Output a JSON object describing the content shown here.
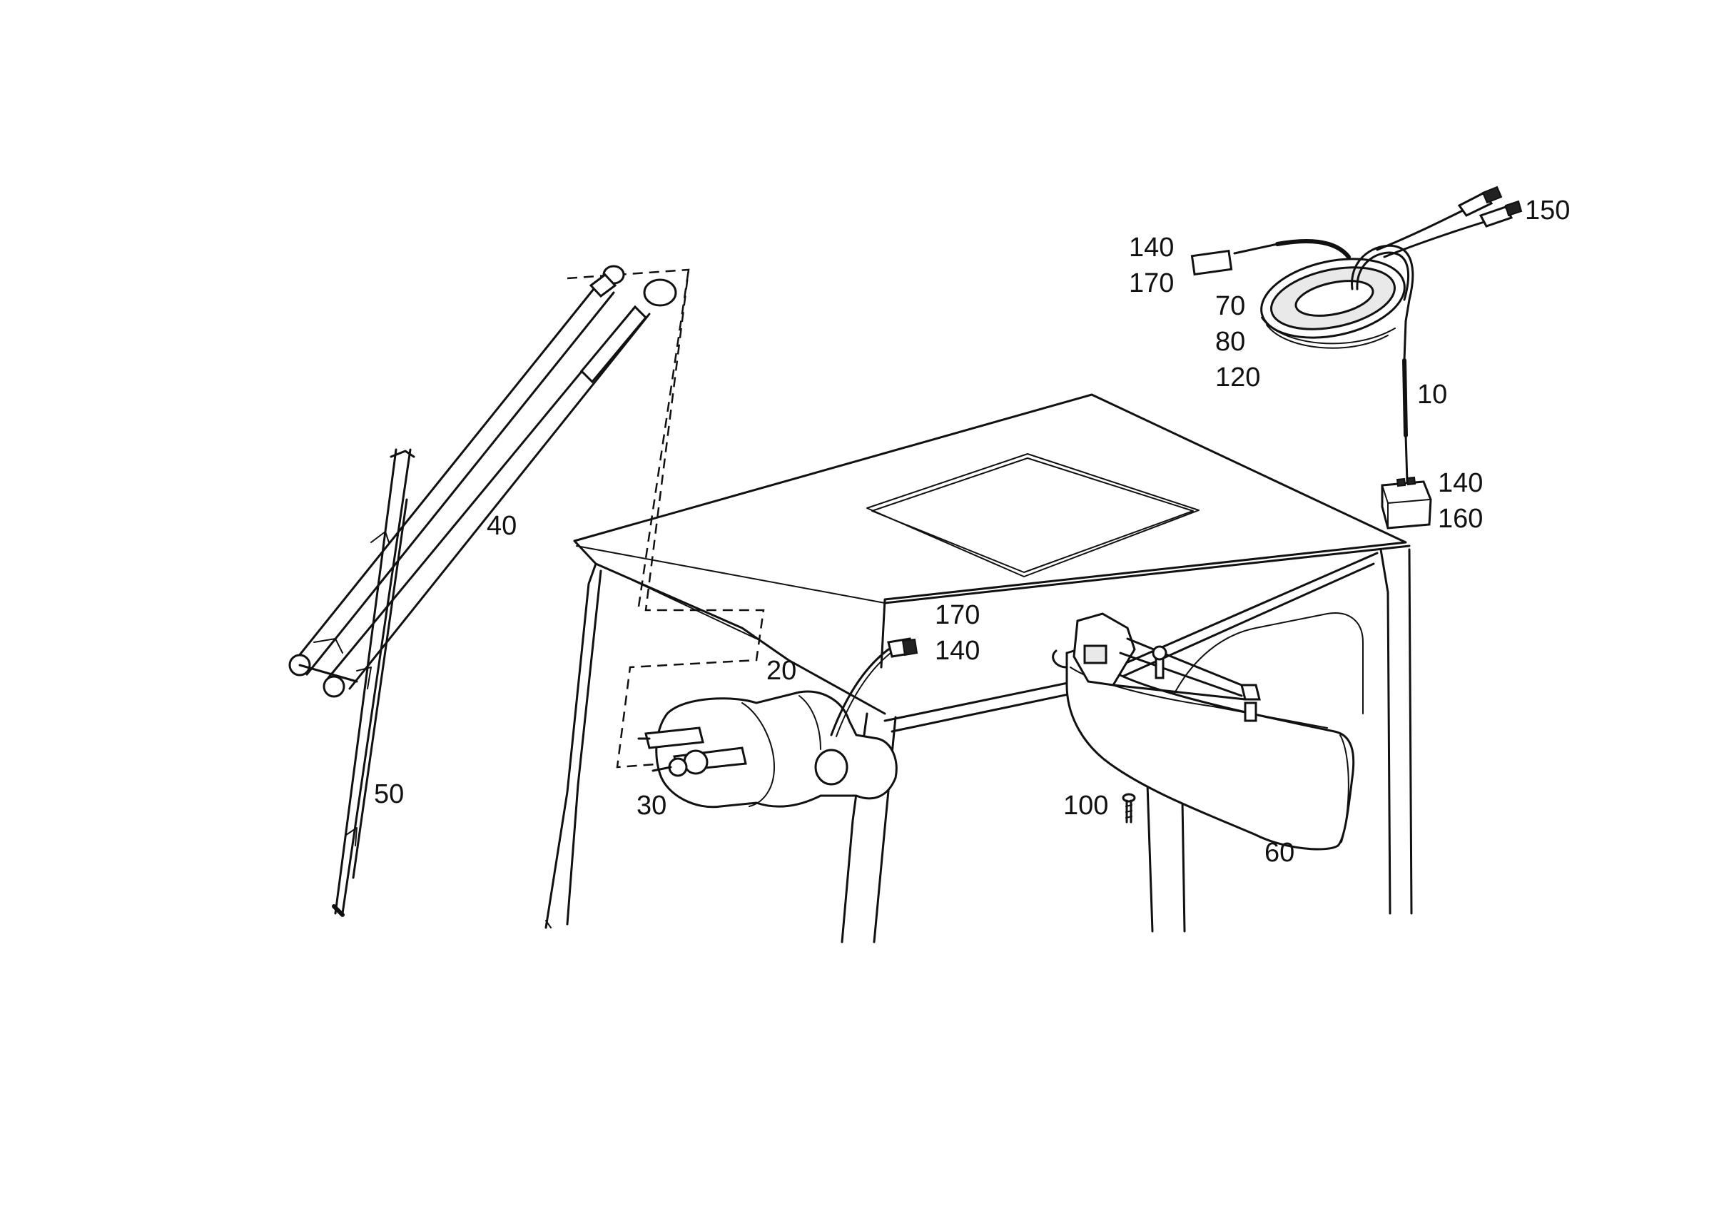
{
  "part_callouts": {
    "p10": "10",
    "p20": "20",
    "p30": "30",
    "p40": "40",
    "p50": "50",
    "p60": "60",
    "p70": "70",
    "p80": "80",
    "p100": "100",
    "p120": "120",
    "p140_top": "140",
    "p170_top": "170",
    "p150": "150",
    "p140_right": "140",
    "p160": "160",
    "p170_mid": "170",
    "p140_mid": "140"
  }
}
